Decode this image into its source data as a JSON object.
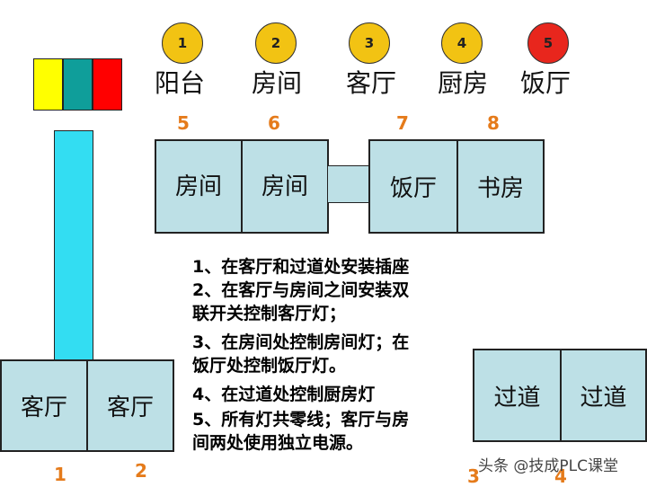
{
  "lamps": [
    {
      "number": "1",
      "label": "阳台",
      "color": "#f2c313"
    },
    {
      "number": "2",
      "label": "房间",
      "color": "#f2c313"
    },
    {
      "number": "3",
      "label": "客厅",
      "color": "#f2c313"
    },
    {
      "number": "4",
      "label": "厨房",
      "color": "#f2c313"
    },
    {
      "number": "5",
      "label": "饭厅",
      "color": "#e8261d"
    }
  ],
  "wire_colors": [
    "#ffff00",
    "#0f9e9a",
    "#ff0000"
  ],
  "conduit_color": "#33ddf2",
  "rooms": {
    "top_left": [
      "房间",
      "房间"
    ],
    "top_right": [
      "饭厅",
      "书房"
    ],
    "bottom_left": [
      "客厅",
      "客厅"
    ],
    "bottom_right": [
      "过道",
      "过道"
    ]
  },
  "position_numbers": {
    "top": [
      "5",
      "6",
      "7",
      "8"
    ],
    "bottom": [
      "1",
      "2",
      "3",
      "4"
    ]
  },
  "requirements": [
    "1、在客厅和过道处安装插座",
    "2、在客厅与房间之间安装双",
    "联开关控制客厅灯；",
    "3、在房间处控制房间灯；在",
    "饭厅处控制饭厅灯。",
    "4、在过道处控制厨房灯",
    "5、所有灯共零线；客厅与房",
    "间两处使用独立电源。"
  ],
  "watermark": "头条 @技成PLC课堂"
}
